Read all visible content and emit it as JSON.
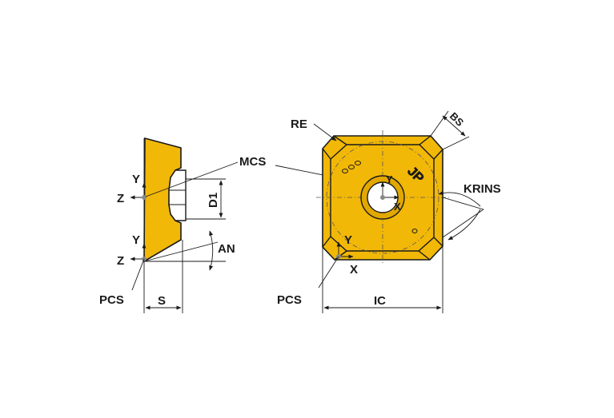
{
  "labels": {
    "y_mcs_side": "Y",
    "z_mcs_side": "Z",
    "y_pcs_side": "Y",
    "z_pcs_side": "Z",
    "pcs_side": "PCS",
    "s": "S",
    "d1": "D1",
    "an": "AN",
    "mcs": "MCS",
    "re": "RE",
    "bs": "BS",
    "krins": "KRINS",
    "y_mcs_top": "Y",
    "x_mcs_top": "X",
    "y_pcs_top": "Y",
    "x_pcs_top": "X",
    "pcs_top": "PCS",
    "ic": "IC",
    "marking": "JP"
  },
  "colors": {
    "insert_fill": "#f2b807",
    "outline": "#1a1a1a",
    "background": "#ffffff"
  }
}
